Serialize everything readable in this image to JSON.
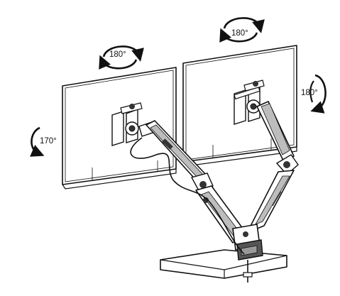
{
  "labels": {
    "left_monitor_swivel": "180°",
    "right_monitor_swivel": "180°",
    "right_monitor_rotate": "180°",
    "left_monitor_tilt": "170°"
  },
  "colors": {
    "line": "#111111",
    "background": "#ffffff",
    "arm_fill": "#bdbdbd",
    "dark_fill": "#333333"
  },
  "icons": {
    "rotation_arrow": "curved-arrow-icon"
  }
}
